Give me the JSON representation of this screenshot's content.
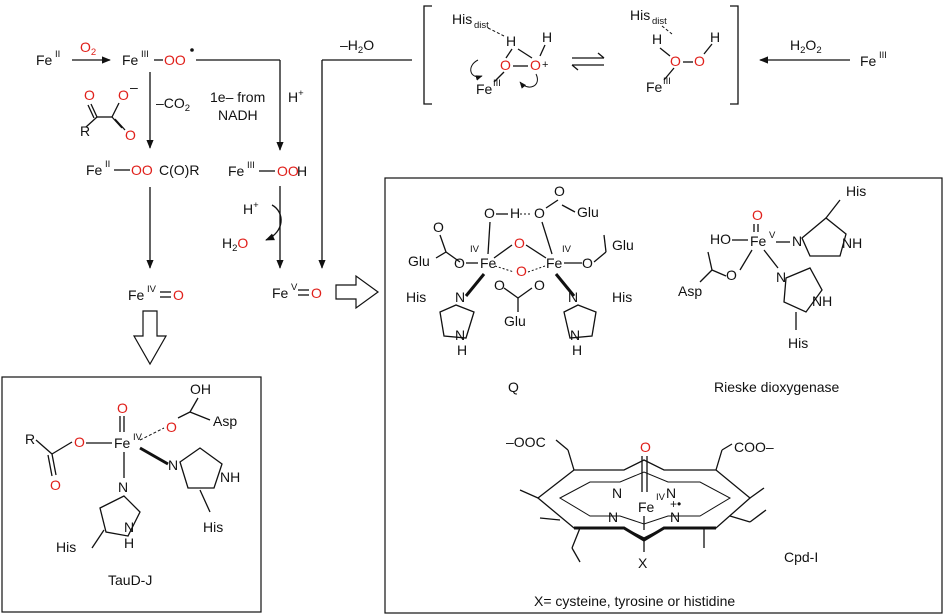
{
  "colors": {
    "oxygen": "#e0201b",
    "ink": "#111111",
    "background": "#ffffff"
  },
  "pathway": {
    "fe2": "Fe",
    "fe2_ox": "II",
    "o2": "O2",
    "fe3_superoxo": "Fe",
    "fe3_superoxo_ox": "III",
    "superoxo_ligand": "OO",
    "co2_loss": "–CO2",
    "nadh": "1e– from",
    "nadh2": "NADH",
    "h_plus": "H+",
    "peroxo_ester": "Fe",
    "peroxo_ester_ox": "II",
    "peroxo_ester_lig": "OOC(O)R",
    "hydroperoxo": "Fe",
    "hydroperoxo_ox": "III",
    "hydroperoxo_lig": "OOH",
    "h_plus2": "H+",
    "water": "H2O",
    "ferryl": "Fe",
    "ferryl_ox": "IV",
    "ferryl_lig": "O",
    "fe5oxo": "Fe",
    "fe5oxo_ox": "V",
    "fe5oxo_lig": "O",
    "minus_water": "–H2O",
    "h2o2": "H2O2",
    "fe3_right": "Fe",
    "fe3_right_ox": "III",
    "his_dist": "His",
    "his_dist_sub": "dist",
    "bracket_fe3": "Fe",
    "bracket_fe3_ox": "III"
  },
  "ketoacid": {
    "r": "R",
    "o": "O",
    "charge": "–"
  },
  "taudj": {
    "caption": "TauD-J",
    "fe": "Fe",
    "fe_ox": "IV",
    "asp": "Asp",
    "oh": "OH",
    "r": "R",
    "his1": "His",
    "his2": "His",
    "nh": "NH",
    "n": "N",
    "h": "H"
  },
  "q_complex": {
    "caption": "Q",
    "glu": "Glu",
    "his": "His",
    "fe": "Fe",
    "fe_ox": "IV",
    "h": "H",
    "n": "N",
    "o": "O"
  },
  "rieske": {
    "caption": "Rieske dioxygenase",
    "ho": "HO",
    "fe": "Fe",
    "fe_ox": "V",
    "asp": "Asp",
    "his": "His",
    "n": "N",
    "nh": "NH",
    "o": "O"
  },
  "cpd1": {
    "caption": "Cpd-I",
    "fe": "Fe",
    "fe_ox": "IV",
    "radical": "+•",
    "coo_left": "–OOC",
    "coo_right": "COO–",
    "x": "X",
    "n": "N",
    "note": "X= cysteine, tyrosine or histidine"
  }
}
